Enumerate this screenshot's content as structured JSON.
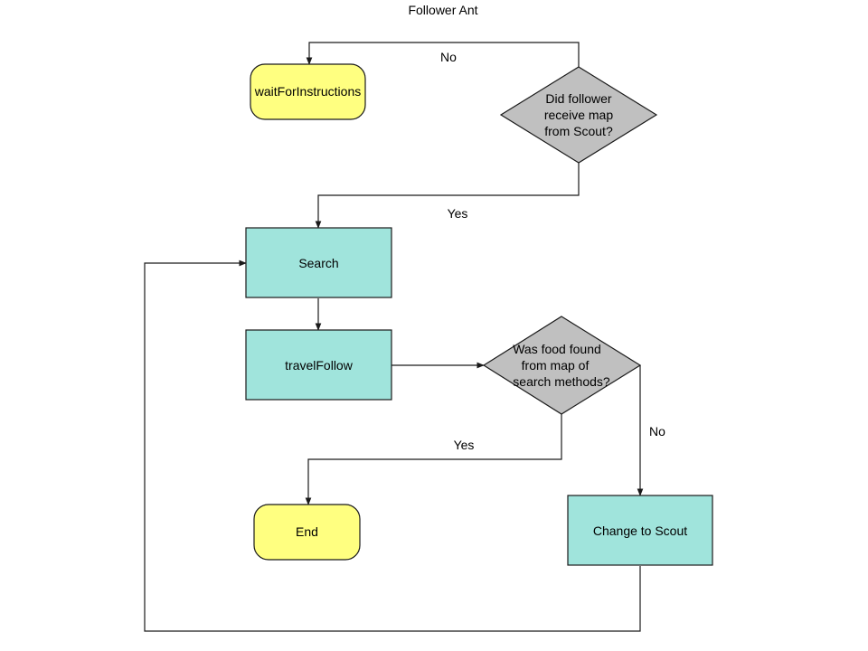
{
  "title": "Follower Ant",
  "colors": {
    "terminal_fill": "#ffff80",
    "process_fill": "#a0e4dc",
    "decision_fill": "#c0c0c0",
    "line": "#1a1a1a"
  },
  "nodes": {
    "wait": {
      "label": "waitForInstructions"
    },
    "decision_map": {
      "lines": [
        "Did follower",
        "receive map",
        "from Scout?"
      ]
    },
    "search": {
      "label": "Search"
    },
    "travel": {
      "label": "travelFollow"
    },
    "decision_food": {
      "lines": [
        "Was food found",
        "from map of",
        "search methods?"
      ]
    },
    "end": {
      "label": "End"
    },
    "change": {
      "label": "Change to Scout"
    }
  },
  "edges": {
    "map_no": "No",
    "map_yes": "Yes",
    "food_yes": "Yes",
    "food_no": "No"
  }
}
